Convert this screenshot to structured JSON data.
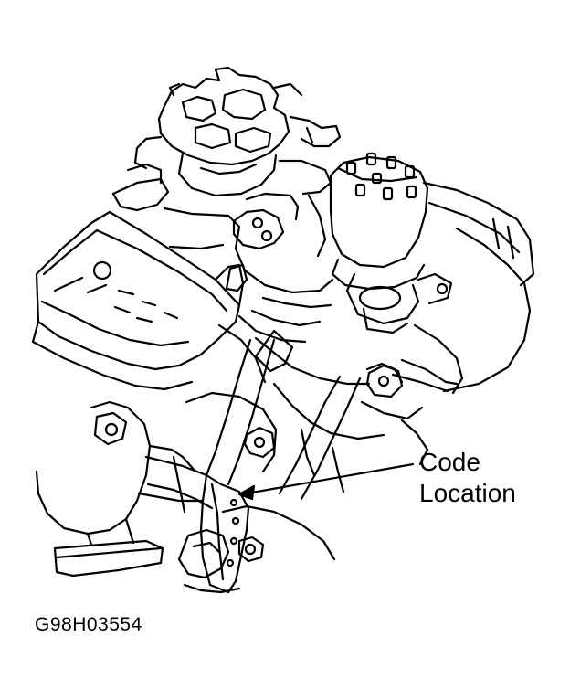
{
  "callout": {
    "line1": "Code",
    "line2": "Location"
  },
  "figure_id": "G98H03554",
  "colors": {
    "ink": "#000000",
    "paper": "#ffffff"
  }
}
